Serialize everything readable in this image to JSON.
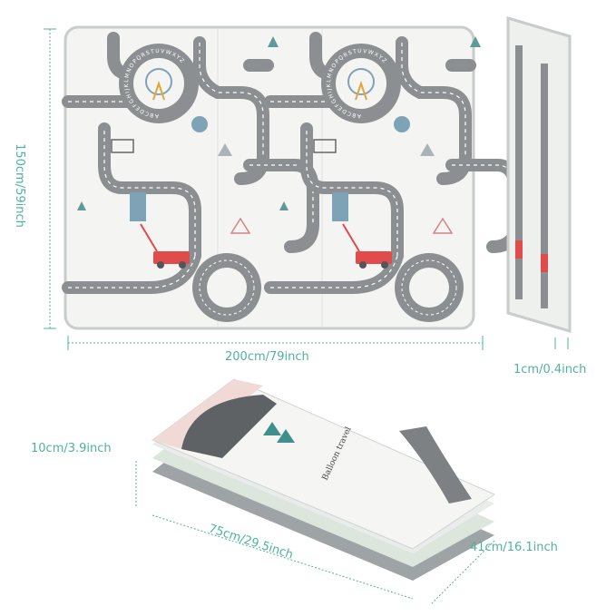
{
  "dimensions": {
    "height_unfolded": "150cm/59inch",
    "width_unfolded": "200cm/79inch",
    "thickness": "1cm/0.4inch",
    "folded_height": "10cm/3.9inch",
    "folded_length": "75cm/29.5inch",
    "folded_width": "41cm/16.1inch"
  },
  "mat_print": {
    "alphabet_ring": "ABCDEFGHIJKLMNOPQRSTUVWXYZ",
    "folded_cover_text": "Balloon travel"
  },
  "colors": {
    "accent": "#4fb39c",
    "road": "#8c8f91",
    "mat": "#f4f5f3",
    "truck_red": "#e24b4b",
    "house_blue": "#7ea3b6",
    "tree_teal": "#5d9a9a"
  }
}
